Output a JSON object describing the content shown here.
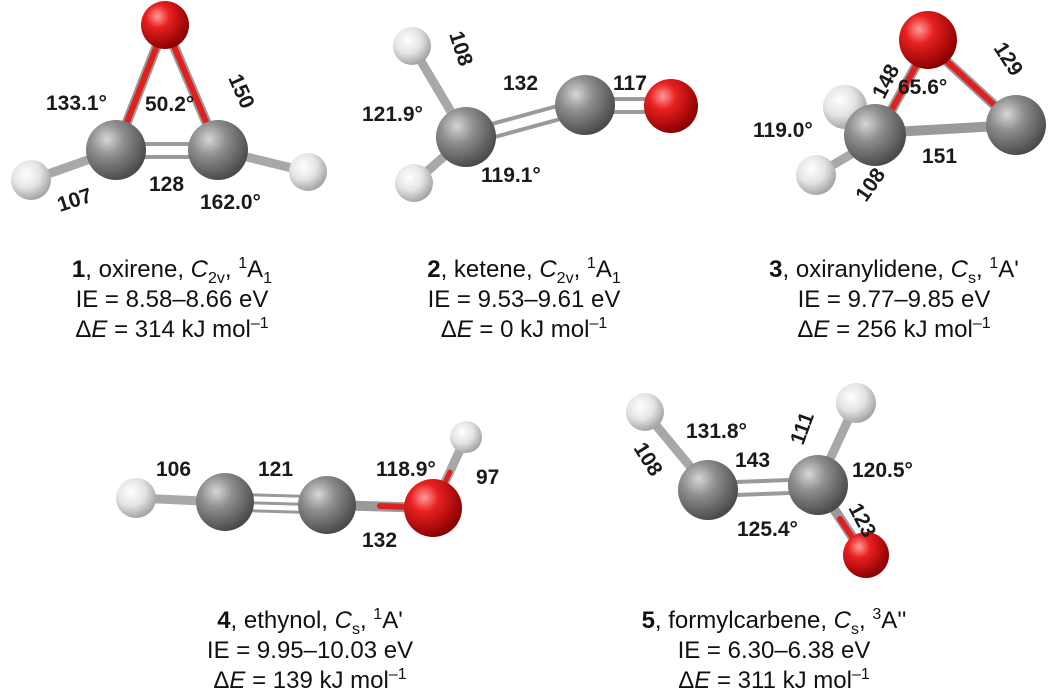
{
  "colors": {
    "oxygen": "#e01818",
    "carbon": "#8c8c8c",
    "hydrogen": "#e6e6e6",
    "bond": "#9a9a9a"
  },
  "molecules": [
    {
      "number": "1",
      "name": ", oxirene, ",
      "sym": {
        "main": "C",
        "sub": "2v"
      },
      "state": {
        "sup": "1",
        "main": "A",
        "sub": "1"
      },
      "ie": "IE = 8.58–8.66 eV",
      "de_value": " = 314 kJ mol",
      "labels": [
        "133.1°",
        "50.2°",
        "150",
        "107",
        "128",
        "162.0°"
      ]
    },
    {
      "number": "2",
      "name": ", ketene, ",
      "sym": {
        "main": "C",
        "sub": "2v"
      },
      "state": {
        "sup": "1",
        "main": "A",
        "sub": "1"
      },
      "ie": "IE = 9.53–9.61 eV",
      "de_value": " = 0 kJ mol",
      "labels": [
        "108",
        "132",
        "117",
        "121.9°",
        "119.1°"
      ]
    },
    {
      "number": "3",
      "name": ", oxiranylidene, ",
      "sym": {
        "main": "C",
        "sub": "s"
      },
      "state": {
        "sup": "1",
        "main": "A'",
        "sub": ""
      },
      "ie": "IE = 9.77–9.85 eV",
      "de_value": " = 256 kJ mol",
      "labels": [
        "148",
        "129",
        "65.6°",
        "119.0°",
        "151",
        "108"
      ]
    },
    {
      "number": "4",
      "name": ", ethynol, ",
      "sym": {
        "main": "C",
        "sub": "s"
      },
      "state": {
        "sup": "1",
        "main": "A'",
        "sub": ""
      },
      "ie": "IE = 9.95–10.03 eV",
      "de_value": " = 139 kJ mol",
      "labels": [
        "106",
        "121",
        "118.9°",
        "97",
        "132"
      ]
    },
    {
      "number": "5",
      "name": ", formylcarbene, ",
      "sym": {
        "main": "C",
        "sub": "s"
      },
      "state": {
        "sup": "3",
        "main": "A''",
        "sub": ""
      },
      "ie": "IE = 6.30–6.38 eV",
      "de_value": " = 311 kJ mol",
      "labels": [
        "131.8°",
        "111",
        "108",
        "143",
        "120.5°",
        "125.4°",
        "123"
      ]
    }
  ],
  "delta_symbol": "Δ",
  "de_var": "E",
  "unit_exp": "–1"
}
